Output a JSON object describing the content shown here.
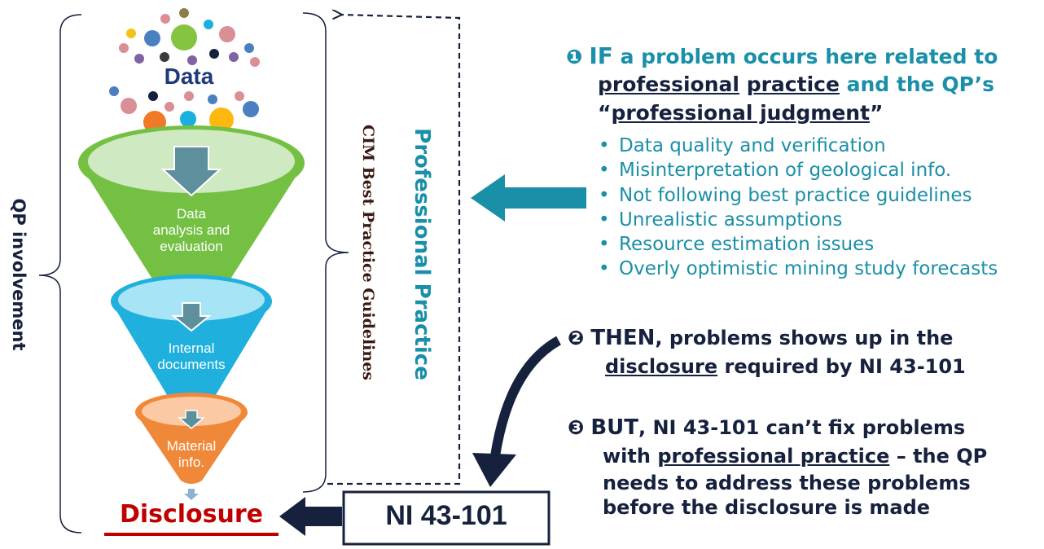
{
  "left_brace_label": "QP involvement",
  "funnel": {
    "data_label": "Data",
    "stage1_label": "Data\nanalysis and\nevaluation",
    "stage2_label": "Internal\ndocuments",
    "stage3_label": "Material\ninfo."
  },
  "cim_label": "CIM Best Practice Guidelines",
  "professional_practice_label": "Professional Practice",
  "disclosure_label": "Disclosure",
  "ni_box_label": "NI 43-101",
  "point1": {
    "badge": "❶",
    "if_word": "IF",
    "line1_rest": "a problem occurs here related to",
    "professional": "professional",
    "practice": "practice",
    "line2_rest": "and the QP’s",
    "quote_open": "“",
    "judgment": "professional judgment",
    "quote_close": "”",
    "bullets": [
      "Data quality and verification",
      "Misinterpretation of geological info.",
      "Not following best practice guidelines",
      "Unrealistic assumptions",
      "Resource estimation issues",
      "Overly optimistic mining study forecasts"
    ]
  },
  "point2": {
    "badge": "❷",
    "then_word": "THEN",
    "line1_rest": ", problems shows up in the",
    "disclosure_word": "disclosure",
    "line2_rest": "required by NI 43-101"
  },
  "point3": {
    "badge": "❸",
    "but_word": "BUT",
    "line1_rest": ", NI 43-101 can’t fix problems",
    "line2_pre": "with",
    "line2_underlined": "professional practice",
    "line2_post": "– the QP",
    "line3": "needs to address these problems",
    "line4": "before the disclosure is made"
  },
  "colors": {
    "teal": "#1a8fa8",
    "navy": "#16213e",
    "funnel_green": "#74c043",
    "funnel_blue": "#1fb0dd",
    "funnel_orange": "#f0883a",
    "disclosure_red": "#c00000",
    "cim_brown": "#3a1a10"
  }
}
